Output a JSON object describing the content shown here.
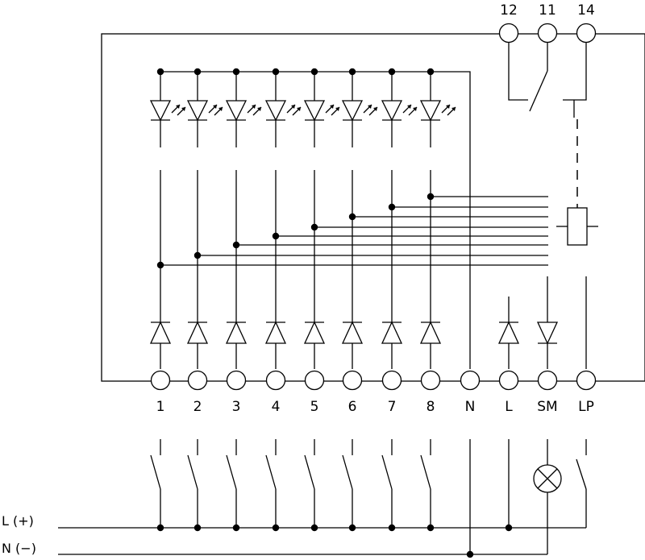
{
  "relay_contacts": [
    "12",
    "11",
    "14"
  ],
  "channel_terminals": [
    "1",
    "2",
    "3",
    "4",
    "5",
    "6",
    "7",
    "8"
  ],
  "aux_terminals": [
    "N",
    "L",
    "SM",
    "LP"
  ],
  "supply_lines": [
    "L (+)",
    "N (−)"
  ]
}
